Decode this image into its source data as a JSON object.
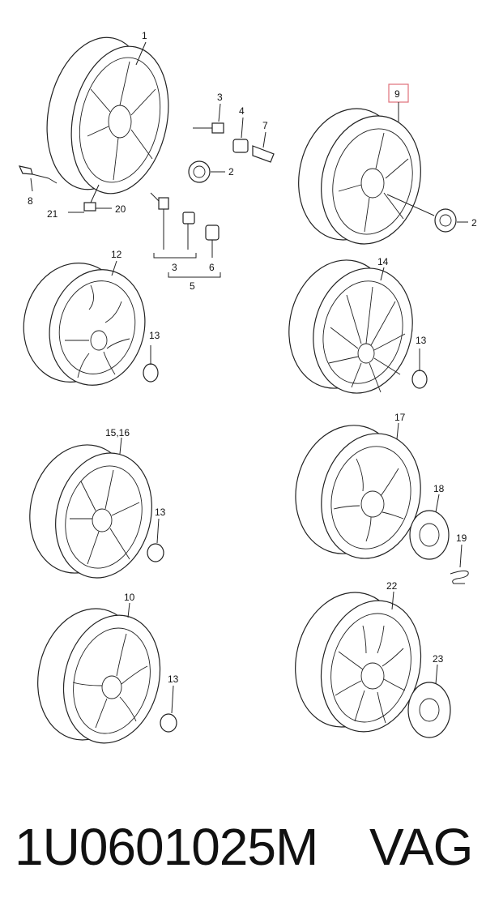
{
  "diagram": {
    "callouts": {
      "c1": "1",
      "c2a": "2",
      "c3a": "3",
      "c4": "4",
      "c7": "7",
      "c8": "8",
      "c21": "21",
      "c20": "20",
      "c3b": "3",
      "c6": "6",
      "c3c": "3",
      "c5": "5",
      "c9": "9",
      "c2b": "2",
      "c12": "12",
      "c13a": "13",
      "c14": "14",
      "c13b": "13",
      "c15": "15,16",
      "c13c": "13",
      "c17": "17",
      "c18": "18",
      "c19": "19",
      "c10": "10",
      "c13d": "13",
      "c22": "22",
      "c23": "23"
    },
    "highlight_color": "#e0707a"
  },
  "footer": {
    "part_number": "1U0601025M",
    "brand": "VAG"
  }
}
